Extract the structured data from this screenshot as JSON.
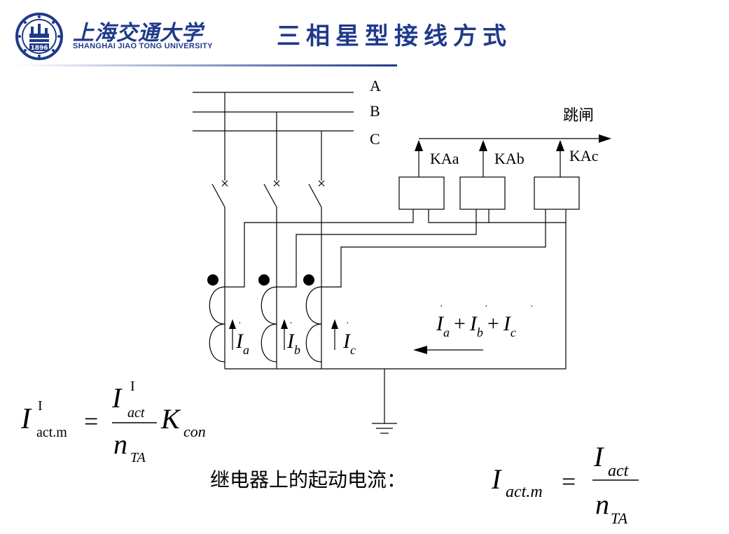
{
  "header": {
    "logo_cn": "上海交通大学",
    "logo_en": "SHANGHAI JIAO TONG UNIVERSITY",
    "seal_year": "1896",
    "title": "三相星型接线方式"
  },
  "colors": {
    "brand": "#1f3a8a",
    "line": "#000000"
  },
  "diagram": {
    "bus_labels": [
      "A",
      "B",
      "C"
    ],
    "trip_label": "跳闸",
    "relay_labels": [
      "KAa",
      "KAb",
      "KAc"
    ],
    "phase_current_subs": [
      "a",
      "b",
      "c"
    ],
    "current_symbol": "I",
    "sum_current_subs": [
      "a",
      "b",
      "c"
    ],
    "plus_sign": "+"
  },
  "formula1": {
    "lhs_symbol": "I",
    "lhs_sup": "I",
    "lhs_sub": "act.m",
    "equals": "=",
    "num_symbol": "I",
    "num_sup": "I",
    "num_sub": "act",
    "den_symbol": "n",
    "den_sub": "TA",
    "factor_symbol": "K",
    "factor_sub": "con"
  },
  "formula2": {
    "label": "继电器上的起动电流：",
    "lhs_symbol": "I",
    "lhs_sub": "act.m",
    "equals": "=",
    "num_symbol": "I",
    "num_sub": "act",
    "den_symbol": "n",
    "den_sub": "TA"
  }
}
